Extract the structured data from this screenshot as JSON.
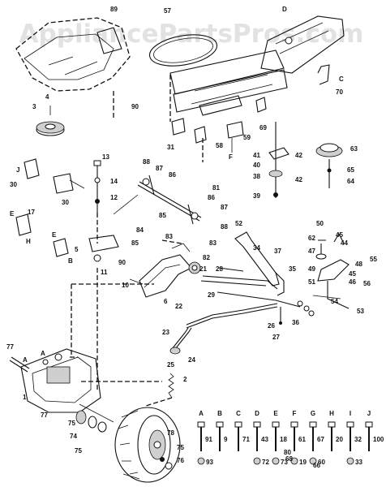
{
  "watermark": "AppliancePartsPros.com",
  "callouts": {
    "c89": "89",
    "c57": "57",
    "cD": "D",
    "c4": "4",
    "c3": "3",
    "c90a": "90",
    "c70": "70",
    "cC_top": "C",
    "c69": "69",
    "c31": "31",
    "c58": "58",
    "c59": "59",
    "cF_top": "F",
    "c63": "63",
    "c65": "65",
    "c64": "64",
    "c41": "41",
    "c40": "40",
    "c42a": "42",
    "c42b": "42",
    "c38": "38",
    "c39": "39",
    "c13": "13",
    "c14": "14",
    "c12": "12",
    "c11": "11",
    "c30a": "30",
    "c30b": "30",
    "cJ": "J",
    "c17": "17",
    "cE_left": "E",
    "cH": "H",
    "c5": "5",
    "cE2": "E",
    "cB": "B",
    "c88a": "88",
    "c87a": "87",
    "c86a": "86",
    "c81": "81",
    "c86b": "86",
    "c87b": "87",
    "c88b": "88",
    "c85a": "85",
    "c85b": "85",
    "c84": "84",
    "c90b": "90",
    "c83a": "83",
    "c83b": "83",
    "c82": "82",
    "c21": "21",
    "c10": "10",
    "c6": "6",
    "c52": "52",
    "c34": "34",
    "c37": "37",
    "c50": "50",
    "c62": "62",
    "c45a": "45",
    "c44": "44",
    "c47": "47",
    "c55": "55",
    "c48": "48",
    "c45b": "45",
    "c46": "46",
    "c49": "49",
    "c51": "51",
    "c56": "56",
    "c53": "53",
    "c54": "54",
    "c35": "35",
    "c36": "36",
    "c28": "28",
    "c29": "29",
    "c26": "26",
    "c27": "27",
    "c22": "22",
    "c23": "23",
    "c24": "24",
    "c25": "25",
    "c2": "2",
    "c77a": "77",
    "cA_left": "A",
    "cA2": "A",
    "c1": "1",
    "c77b": "77",
    "c75a": "75",
    "c74": "74",
    "c75b": "75",
    "c78": "78",
    "c75c": "75",
    "c76": "76"
  },
  "hardware": [
    {
      "letter": "A",
      "part": "91",
      "washer": "93"
    },
    {
      "letter": "B",
      "part": "9",
      "washer": ""
    },
    {
      "letter": "C",
      "part": "71",
      "washer": ""
    },
    {
      "letter": "D",
      "part": "43",
      "washer": "72"
    },
    {
      "letter": "E",
      "part": "18",
      "washer": "73"
    },
    {
      "letter": "F",
      "part": "61",
      "washer": "19"
    },
    {
      "letter": "G",
      "part": "67",
      "washer": "60"
    },
    {
      "letter": "H",
      "part": "20",
      "washer": ""
    },
    {
      "letter": "I",
      "part": "32",
      "washer": "33"
    },
    {
      "letter": "J",
      "part": "100",
      "washer": ""
    }
  ],
  "hardware_extra": {
    "w68": "68",
    "w80": "80",
    "w66": "66"
  }
}
